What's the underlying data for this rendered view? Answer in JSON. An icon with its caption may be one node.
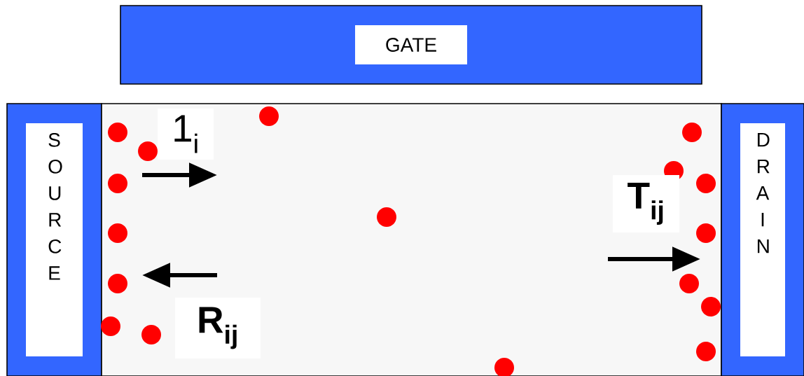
{
  "diagram": {
    "nodes": [
      {
        "text": [
          "GATE"
        ]
      },
      {
        "text": [
          "S O U R C E"
        ]
      },
      {
        "text": [],
        "shape": "box"
      },
      {
        "text": [
          "D R A I N"
        ]
      }
    ],
    "labels": [
      "1$_{i}$",
      "R$_{ij}$",
      "T$_{ij}$"
    ]
  }
}
